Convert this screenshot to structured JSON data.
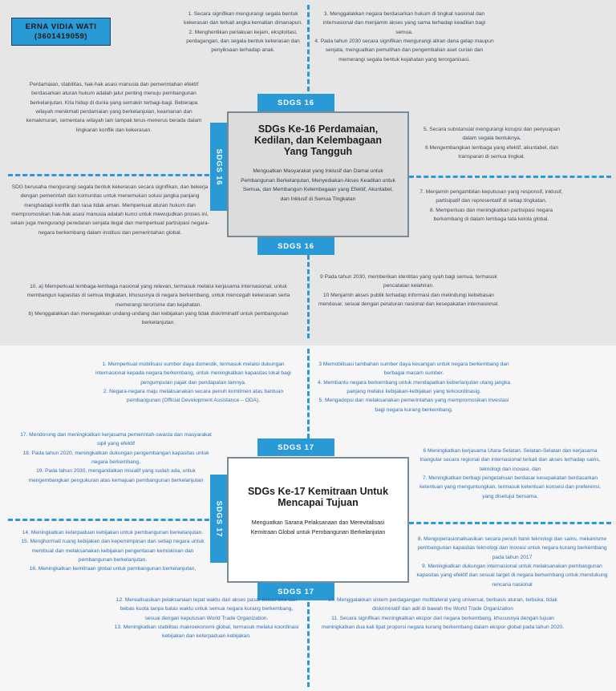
{
  "author": {
    "name": "ERNA VIDIA WATI",
    "id": "(3601419059)"
  },
  "sdg16": {
    "tab_label": "SDGS 16",
    "title": "SDGs Ke-16 Perdamaian, Kedilan, dan Kelembagaan Yang Tangguh",
    "subtitle": "Menguatkan Masyarakat yang Inklusif dan Damai untuk Pembangunan Berkelanjutan, Menyediakan Akses Keadilan untuk Semua, dan Membangun Kelembagaan yang Efektif, Akuntabel, dan Inklusif di Semua Tingkatan",
    "blocks": {
      "top_left": "1.      Secara signifikan mengurangi segala bentuk kekerasan dan terkait angka kematian dimanapun.\n2.      Menghentikan perlakuan kejam, eksploitasi, perdagangan, dan segala bentuk kekerasan dan penyiksaan terhadap anak.",
      "top_right": "3. Menggalakkan negara berdasarkan hukum di tingkat nasional dan internasional dan menjamin akses yang sama terhadap keadilan bagi semua.\n4. Pada tahun 2030 secara signifikan mengurangi aliran dana gelap maupun senjata, menguatkan pemulihan dan pengembalian aset curian dan memerangi segala bentuk kejahatan yang terorganisasi.",
      "left_upper": "Perdamaian, stabilitas, hak-hak asasi manusia dan pemerintahan efektif berdasarkan aturan hukum adalah jalur penting menuju pembangunan berkelanjutan. Kita hidup di dunia yang semakin terbagi-bagi. Beberapa wilayah menikmati perdamaian yang berkelanjutan, keamanan dan kemakmuran, sementara wilayah lain tampak terus-menerus berada dalam lingkaran konflik dan kekerasan.",
      "left_lower": "SDG berusaha mengurangi segala bentuk kekerasan secara signifikan, dan bekerja dengan pemerintah dan komunitas untuk menemukan solusi jangka panjang menghadapi konflik dan rasa tidak aman. Memperkuat aturan hukum dan mempromosikan hak-hak asasi manusia adalah kunci untuk mewujudkan proses ini, selain juga mengurangi peredaran senjata ilegal dan memperkuat partisipasi negara-negara berkembang dalam institusi dan pemerintahan global.",
      "right_upper": "5. Secara substansial mengurangi korupsi dan penyuapan dalam segala bentuknya.\n6 Mengembangkan lembaga yang efektif, akuntabel, dan transparan di semua tingkat.",
      "right_lower": "7. Menjamin pengambilan keputusan yang responsif, inklusif, partisipatif dan representatif di setiap tingkatan.\n8. Memperluas dan meningkatkan partisipasi negara berkembang di dalam lembaga tata kelola global.",
      "bottom_left": "10. a) Memperkuat lembaga-lembaga nasional yang relevan, termasuk melalui kerjasama internasional, untuk membangun kapasitas di semua tingkatan, khususnya di negara berkembang, untuk mencegah kekerasan serta memerangi terorisme dan kejahatan.\nb) Menggalakkan dan menegakkan undang-undang dan kebijakan yang tidak diskriminatif untuk pembangunan berkelanjutan.",
      "bottom_right": "9 Pada tahun 2030, memberikan identitas yang syah bagi semua, termasuk pencatatan kelahiran.\n10 Menjamin akses publik terhadap informasi dan melindungi kebebasan mendasar, sesuai dengan peraturan nasional dan kesepakatan internasional."
    }
  },
  "sdg17": {
    "tab_label": "SDGS 17",
    "title": "SDGs Ke-17 Kemitraan Untuk Mencapai Tujuan",
    "subtitle": "Menguatkan Sarana Pelaksanaan dan Merevitalisasi Kemitraan Global untuk Pembangunan Berkelanjutan",
    "blocks": {
      "top_left": "1.      Memperkuat mobilisasi sumber daya domestik, termasuk melalui dukungan internasional kepada negara berkembang, untuk meningkatkan kapasitas lokal bagi pengumpulan pajak dan pendapatan lainnya.\n2. Negara-negara maju melaksanakan secara penuh komitmen atas bantuan pembangunan (Official Development Assistance – ODA),",
      "top_right": "3 Memobilisasi tambahan sumber daya keuangan untuk negara berkembang dari berbagai macam sumber.\n4. Membantu negara berkembang untuk mendapatkan keberlanjutan utang jangka panjang melalui kebijakan-kebijakan yang terkoordinasig.\n5. Mengadopsi dan melaksanakan pemerintahan yang mempromosikan investasi bagi negara kurang berkembang.",
      "left_upper": "17. Mendorong dan meningkatkan kerjasama pemerintah-swasta dan masyarakat sipil yang efektif\n18. Pada tahun 2020, meningkatkan dukungan pengembangan kapasitas untuk negara berkembang,\n19. Pada tahun 2030, mengandalkan inisiatif yang sudah ada, untuk mengembangkan pengukuran atas kemajuan pembangunan berkelanjutan",
      "left_lower": "14. Meningkatkan keterpaduan kebijakan untuk pembangunan berkelanjutan.\n15. Menghormati ruang kebijakan dan kepemimpinan dari setiap negara untuk membuat dan melaksanakan kebijakan pengentasan kemiskinan dan pembangunan berkelanjutan.\n16. Meningkatkan kemitraan global untuk pembangunan berkelanjutan,",
      "right_upper": "6 Meningkatkan kerjasama Utara-Selatan, Selatan-Selatan dan kerjasama triangular secara regional dan internasional terkait dan akses terhadap sains, teknologi dan inovasi, dan\n7. Meningkatkan berbagi pengetahuan berdasar kesepakatan berdasarkan ketentuan yang menguntungkan, termasuk ketentuan konsesi dan preferensi, yang disetujui bersama.",
      "right_lower": "8. Mengoperasionalisasikan secara penuh bank teknologi dan sains, mekanisme pembangunan kapasitas teknologi dan inovasi untuk negara kurang berkembang pada tahun 2017\n9. Meningkatkan dukungan internasional untuk melaksanakan pembangunan kapasitas yang efektif dan sesuai target di negara berkembang untuk mendukung rencana nasional",
      "bottom_left": "12. Merealisasikan pelaksanaan tepat waktu dari akses pasar bebas bea dan bebas kuota tanpa batas waktu untuk semua negara kurang berkembang, sesuai dengan keputusan World Trade Organization.\n13. Meningkatkan stabilitas makroekonomi global, termasuk melalui koordinasi kebijakan dan keterpaduan kebijakan.",
      "bottom_right": "10. Menggalakkan sistem perdagangan multilateral yang universal, berbasis aturan, terbuka, tidak diskriminatif dan adil di bawah the World Trade Organization\n11. Secara signifikan meningkatkan ekspor dari negara berkembang, khususnya dengan tujuan meningkatkan dua kali lipat proporsi negara kurang berkembang dalam ekspor global pada tahun 2020."
    }
  },
  "colors": {
    "accent": "#2a9ad6",
    "top_bg": "#e6e6e6",
    "bottom_bg": "#f6f6f6",
    "text_top": "#3c4a58",
    "text_bottom": "#2d6fb5"
  }
}
